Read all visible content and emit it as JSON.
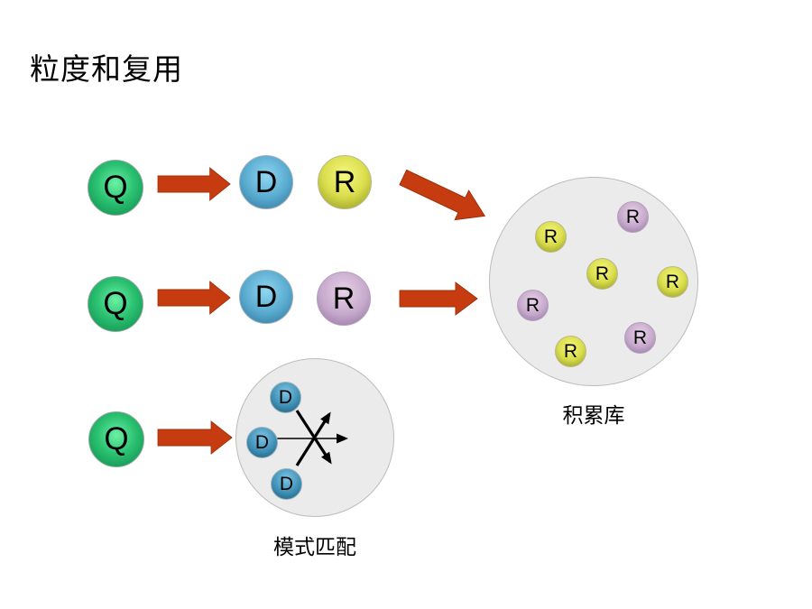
{
  "title": "粒度和复用",
  "colors": {
    "arrow_red": "#c63c10",
    "arrow_red_border": "#9e2f08",
    "query_green": "#1ca65e",
    "doc_blue": "#4a9cc4",
    "result_yellow": "#d8dc4a",
    "result_purple": "#c4a6c9",
    "container_gray": "#ebebeb",
    "match_arrow_black": "#000000"
  },
  "rows": {
    "row1": {
      "query": "Q",
      "doc": "D",
      "result": "R"
    },
    "row2": {
      "query": "Q",
      "doc": "D",
      "result": "R"
    },
    "row3": {
      "query": "Q"
    }
  },
  "repository": {
    "label": "积累库",
    "items": [
      {
        "label": "R",
        "color": "yellow"
      },
      {
        "label": "R",
        "color": "purple"
      },
      {
        "label": "R",
        "color": "yellow"
      },
      {
        "label": "R",
        "color": "yellow"
      },
      {
        "label": "R",
        "color": "purple"
      },
      {
        "label": "R",
        "color": "purple"
      },
      {
        "label": "R",
        "color": "yellow"
      }
    ]
  },
  "pattern_match": {
    "label": "模式匹配",
    "items": [
      {
        "label": "D"
      },
      {
        "label": "D"
      },
      {
        "label": "D"
      }
    ]
  }
}
